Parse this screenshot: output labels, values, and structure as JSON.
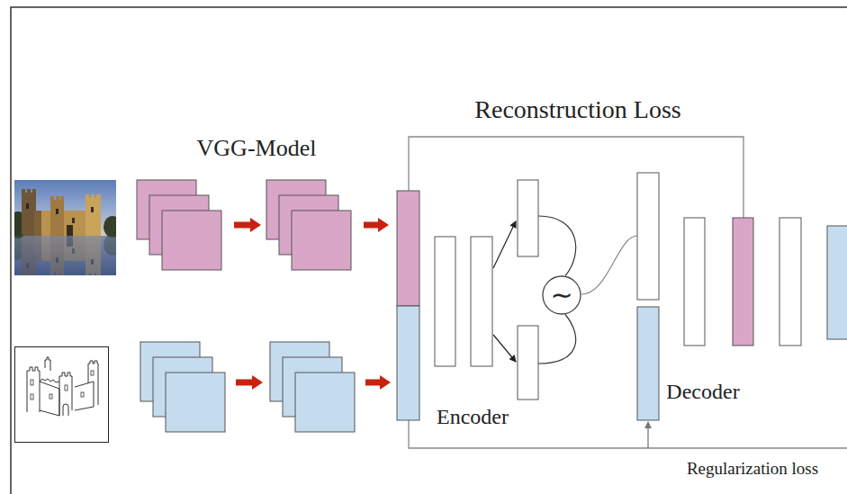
{
  "diagram": {
    "nodes": [
      {
        "text": [
          "∼"
        ]
      }
    ],
    "labels": [
      "Reconstruction Loss",
      "VGG-Model",
      "Encoder",
      "Decoder",
      "Regularization loss"
    ]
  }
}
